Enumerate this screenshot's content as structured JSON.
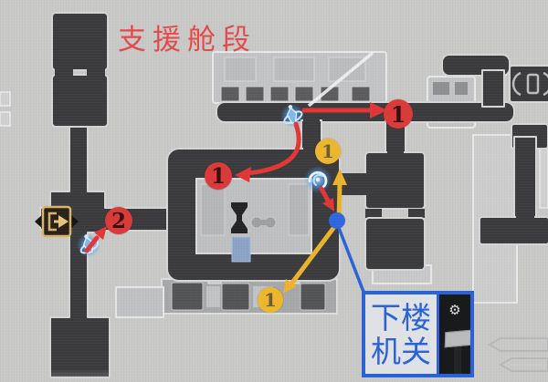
{
  "title": "支援舱段",
  "callout": {
    "line1": "下楼",
    "line2": "机关"
  },
  "markers": {
    "red_route": {
      "point_a": "1",
      "point_b": "1",
      "point_c": "2"
    },
    "yellow_route": {
      "upper": "1",
      "lower": "1"
    }
  },
  "icons": {
    "gear": "⚙",
    "exit_door": "exit-door-icon",
    "enemy_top": "enemy-icon",
    "enemy_left": "enemy-icon",
    "warp_swirl": "warp-swirl-icon",
    "mechanism_dot": "mechanism-dot-icon"
  },
  "colors": {
    "background": "#c9c9c8",
    "room_dark": "#3b3b3d",
    "room_outline": "#d6d6d6",
    "route_red": "#e23636",
    "route_yellow": "#ecb32c",
    "callout_blue": "#2a62d8",
    "marker_red_bg": "#d93b3b",
    "marker_yellow_bg": "#ecb62f",
    "title_red": "#e34b4b",
    "door_gold": "#d9b469"
  }
}
